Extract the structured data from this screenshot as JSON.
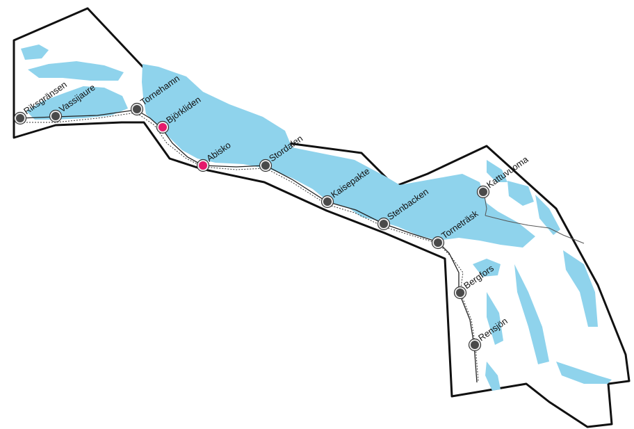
{
  "map": {
    "colors": {
      "water": "#8fd3ec",
      "boundary": "#111111",
      "station": "#4a4a4a",
      "highlight_station": "#e5196b",
      "station_ring": "#f0f0f0"
    },
    "stations": [
      {
        "id": "riksgransen",
        "name": "Riksgränsen",
        "highlight": false
      },
      {
        "id": "vassijaure",
        "name": "Vassijaure",
        "highlight": false
      },
      {
        "id": "tornehamn",
        "name": "Tornehamn",
        "highlight": false
      },
      {
        "id": "bjorkliden",
        "name": "Björkliden",
        "highlight": true
      },
      {
        "id": "abisko",
        "name": "Abisko",
        "highlight": true
      },
      {
        "id": "stordalen",
        "name": "Stordalen",
        "highlight": false
      },
      {
        "id": "kaisepakte",
        "name": "Kaisepakte",
        "highlight": false
      },
      {
        "id": "stenbacken",
        "name": "Stenbacken",
        "highlight": false
      },
      {
        "id": "tornetrask",
        "name": "Torneträsk",
        "highlight": false
      },
      {
        "id": "kattuvuoma",
        "name": "Kattuvuoma",
        "highlight": false
      },
      {
        "id": "bergfors",
        "name": "Bergfors",
        "highlight": false
      },
      {
        "id": "rensjon",
        "name": "Rensjön",
        "highlight": false
      }
    ]
  }
}
